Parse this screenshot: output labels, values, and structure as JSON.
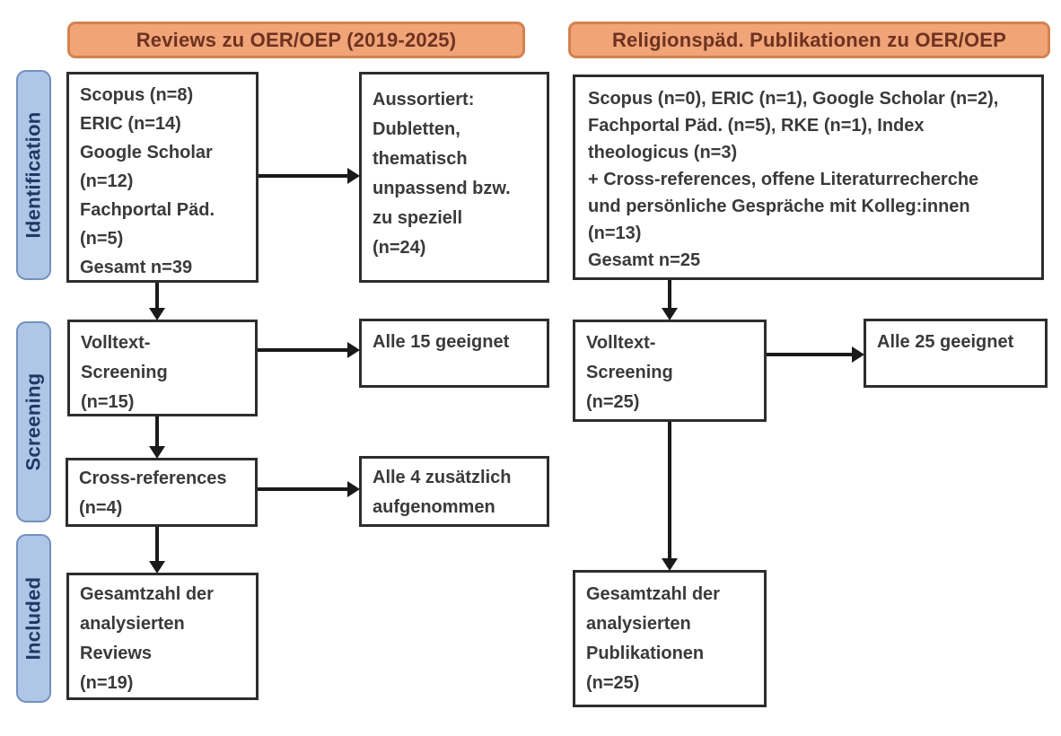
{
  "headers": {
    "left": "Reviews zu OER/OEP (2019-2025)",
    "right": "Religionspäd. Publikationen zu OER/OEP"
  },
  "stage_labels": {
    "identification": "Identification",
    "screening": "Screening",
    "included": "Included"
  },
  "boxes": {
    "left_sources": {
      "lines": [
        "Scopus (n=8)",
        "ERIC (n=14)",
        "Google Scholar",
        "(n=12)",
        "Fachportal Päd.",
        "(n=5)",
        "Gesamt n=39"
      ]
    },
    "left_excluded": {
      "lines": [
        "Aussortiert:",
        "Dubletten,",
        "thematisch",
        "unpassend bzw.",
        "zu speziell",
        "(n=24)"
      ]
    },
    "left_fulltext": {
      "lines": [
        "Volltext-",
        "Screening",
        "(n=15)"
      ]
    },
    "left_eligible": {
      "lines": [
        "Alle 15 geeignet"
      ]
    },
    "left_crossref": {
      "lines": [
        "Cross-references",
        "(n=4)"
      ]
    },
    "left_added": {
      "lines": [
        "Alle 4 zusätzlich",
        "aufgenommen"
      ]
    },
    "left_included": {
      "lines": [
        "Gesamtzahl der",
        "analysierten",
        "Reviews",
        "(n=19)"
      ]
    },
    "right_sources": {
      "lines": [
        "Scopus (n=0), ERIC (n=1), Google Scholar (n=2),",
        "Fachportal Päd. (n=5), RKE (n=1), Index",
        "theologicus (n=3)",
        "+ Cross-references, offene Literaturrecherche",
        "und persönliche Gespräche mit Kolleg:innen",
        "(n=13)",
        "Gesamt n=25"
      ]
    },
    "right_fulltext": {
      "lines": [
        "Volltext-",
        "Screening",
        "(n=25)"
      ]
    },
    "right_eligible": {
      "lines": [
        "Alle 25 geeignet"
      ]
    },
    "right_included": {
      "lines": [
        "Gesamtzahl der",
        "analysierten",
        "Publikationen",
        "(n=25)"
      ]
    }
  },
  "colors": {
    "header_fill": "#f0a478",
    "header_border": "#d5824f",
    "header_text": "#6e3220",
    "stage_fill": "#b0c6e6",
    "stage_border": "#7291bd",
    "stage_text": "#1f3864",
    "box_border": "#2d2d2d",
    "box_text": "#3a3a3a",
    "arrow": "#1a1a1a",
    "background": "#ffffff"
  }
}
